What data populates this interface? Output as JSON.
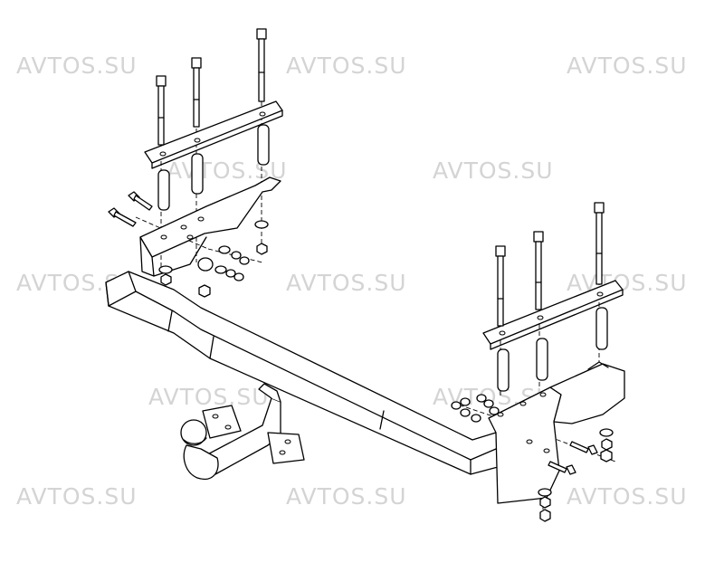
{
  "watermark": {
    "text": "AVTOS.SU",
    "color": "#d4d4d4"
  },
  "drawing": {
    "line_color": "#000000",
    "background": "#ffffff",
    "parts": [
      "tow-bar-beam",
      "tow-ball",
      "left-mounting-bracket",
      "right-mounting-bracket",
      "clamp-plate",
      "bolt",
      "spacer-sleeve",
      "washer",
      "nut"
    ]
  }
}
